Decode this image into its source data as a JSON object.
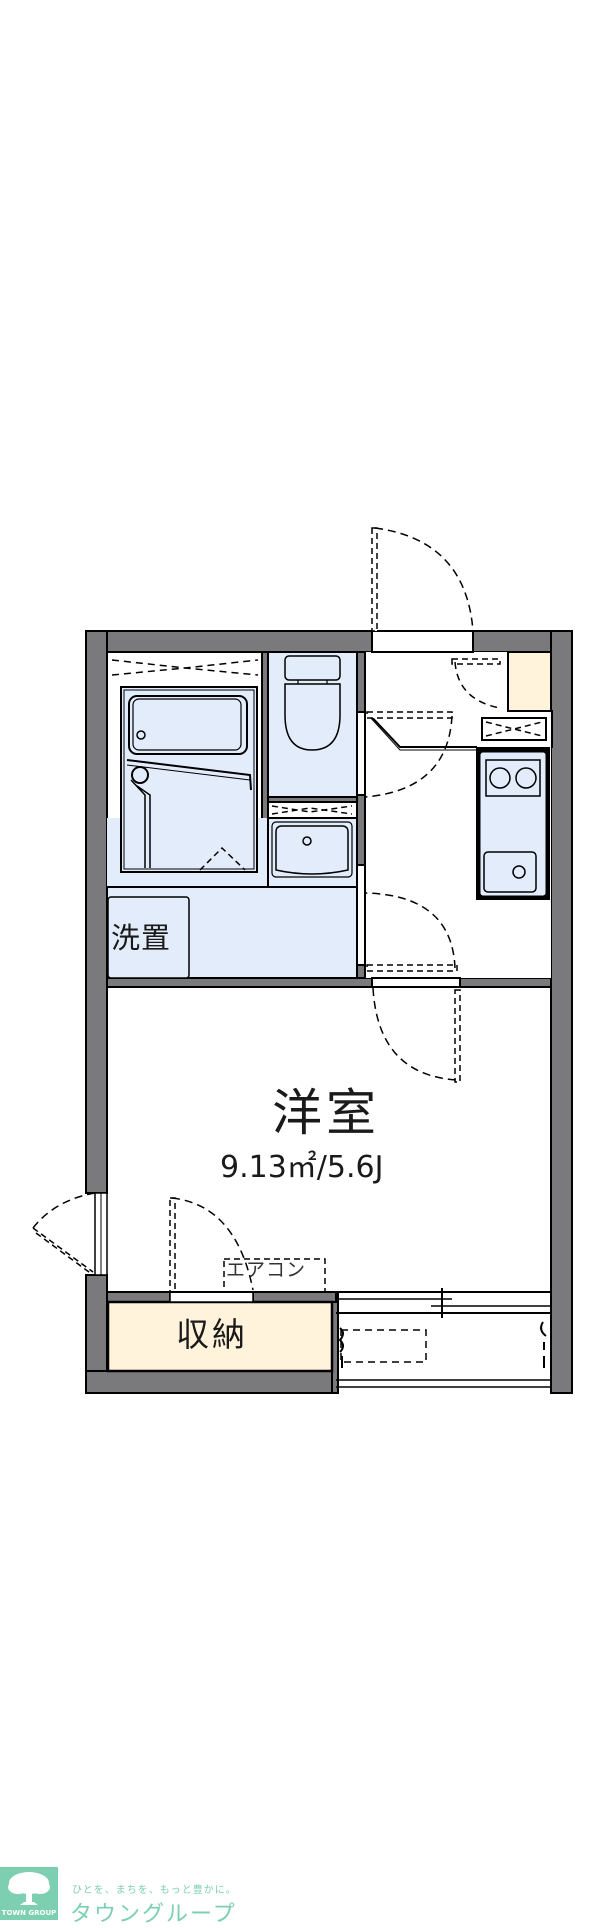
{
  "floor_plan": {
    "rooms": {
      "main_room": {
        "name": "洋室",
        "size": "9.13㎡/5.6J"
      },
      "washer_space": {
        "name": "洗置"
      },
      "storage": {
        "name": "収納"
      },
      "air_conditioner": {
        "name": "エアコン"
      }
    },
    "colors": {
      "wall": "#7a7a7d",
      "wet_area": "#e3ecfb",
      "storage_fill": "#fff3dc",
      "outline": "#000000",
      "floor": "#ffffff"
    }
  },
  "logo": {
    "mark_text": "TOWN GROUP",
    "tagline": "ひとを、まちを、もっと豊かに。",
    "name": "タウングループ",
    "color": "#7dcfb2"
  }
}
